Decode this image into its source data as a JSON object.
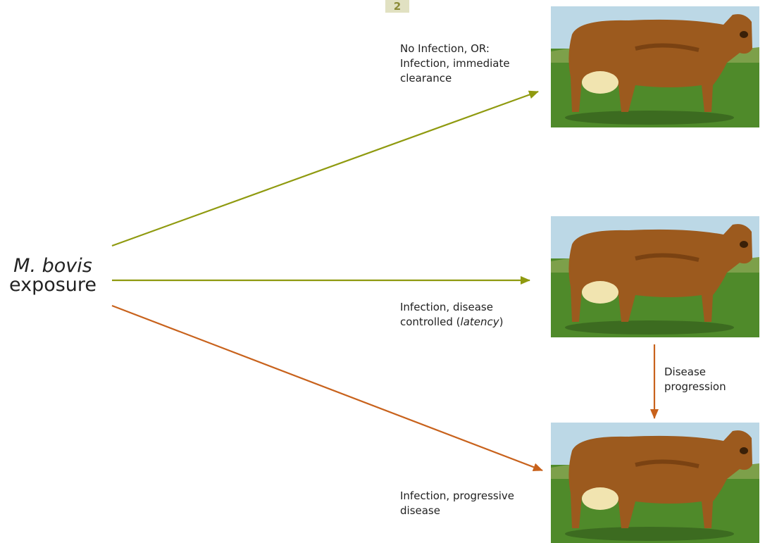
{
  "badge": {
    "label": "2"
  },
  "exposure": {
    "line1": "M. bovis",
    "line2": "exposure"
  },
  "outcomes": [
    {
      "lines": [
        "No Infection, OR:",
        "Infection, immediate",
        "clearance"
      ]
    },
    {
      "line1": "Infection, disease",
      "line2_prefix": "controlled (",
      "line2_italic": "latency",
      "line2_suffix": ")"
    },
    {
      "lines": [
        "Infection, progressive",
        "disease"
      ]
    }
  ],
  "progression": {
    "lines": [
      "Disease",
      "progression"
    ]
  },
  "colors": {
    "olive_arrow": "#8f9a0f",
    "orange_arrow": "#c8621c",
    "sky": "#bcd8e6",
    "grass": "#4f8a2a",
    "cow_body": "#9c5a1e"
  },
  "icons": {
    "cow_image": "cow-photo",
    "arrow_head": "arrowhead"
  }
}
